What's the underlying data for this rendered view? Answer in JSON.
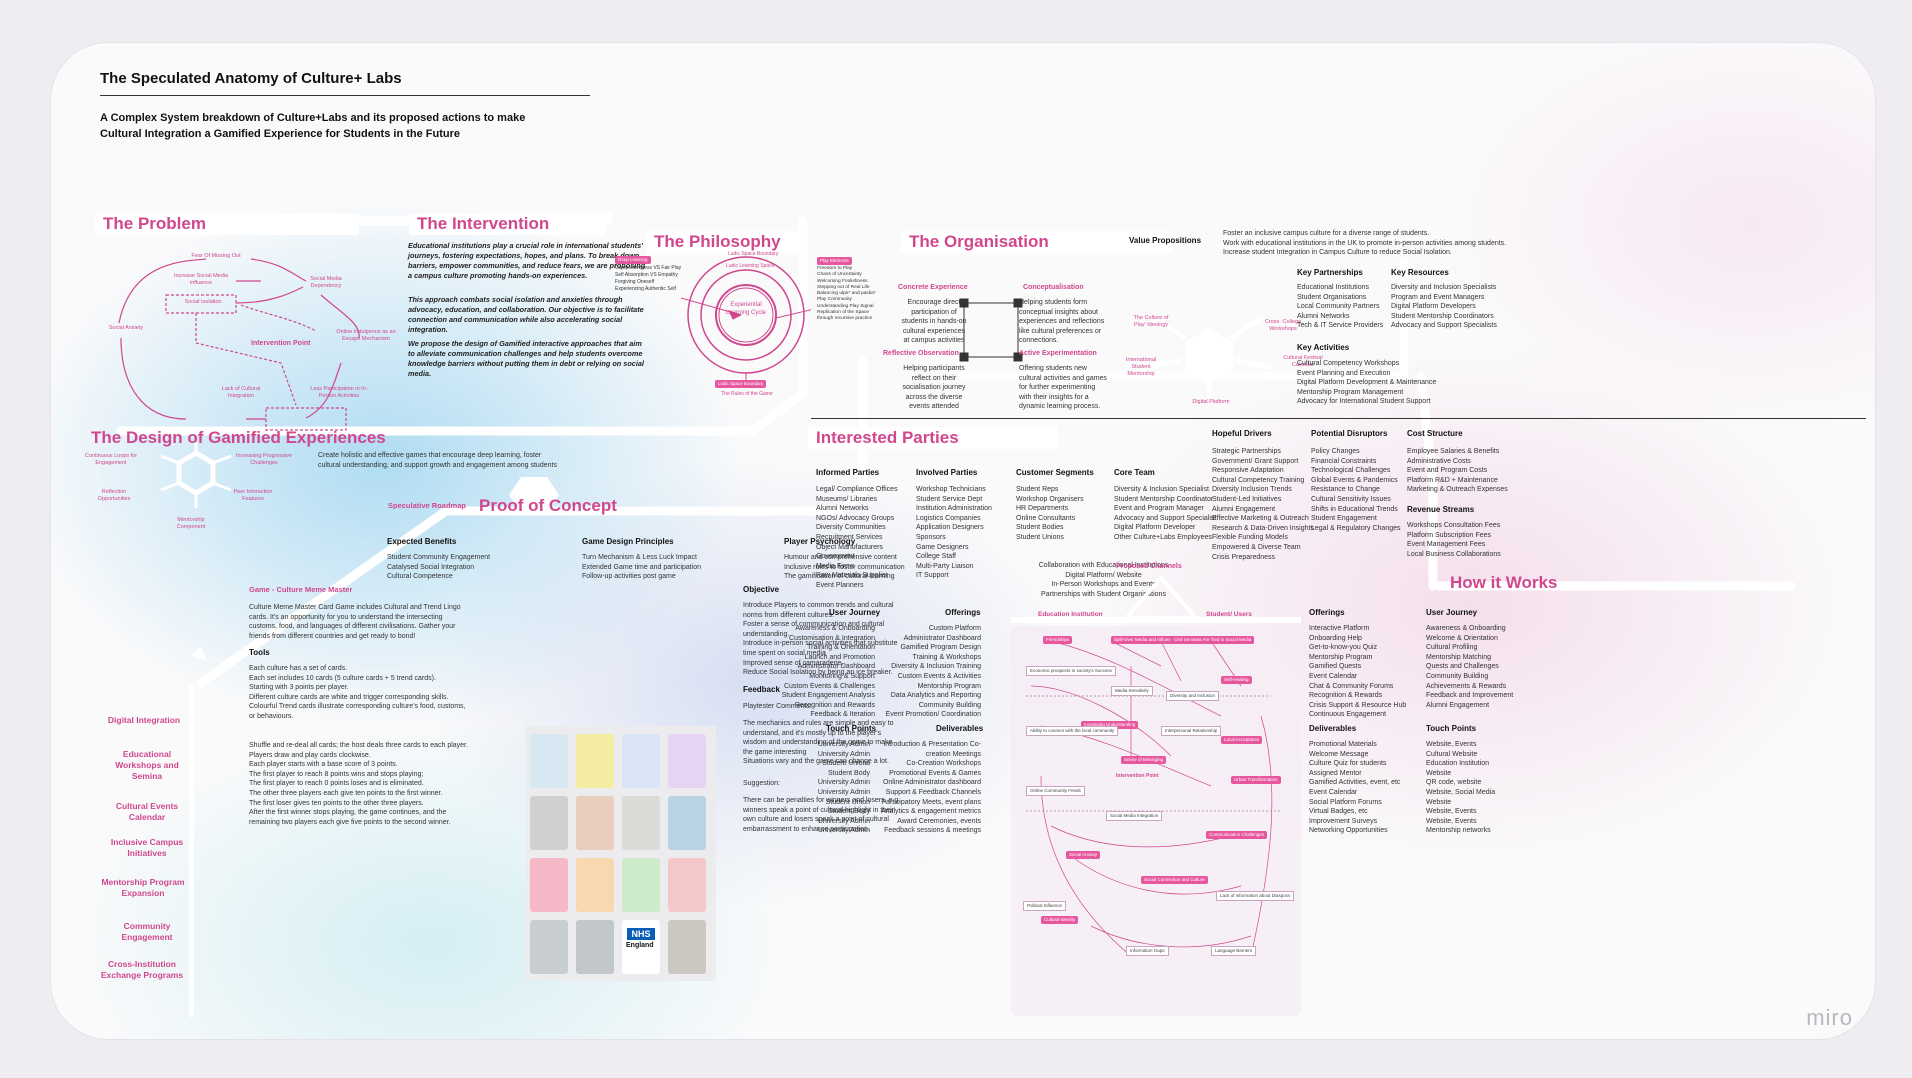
{
  "header": {
    "title": "The Speculated Anatomy of Culture+ Labs",
    "subtitle_line1": "A Complex System breakdown of Culture+Labs and its proposed actions to make",
    "subtitle_line2": "Cultural Integration a Gamified Experience for Students in the Future"
  },
  "sections": {
    "problem": "The Problem",
    "intervention": "The Intervention",
    "philosophy": "The Philosophy",
    "organisation": "The Organisation",
    "design": "The Design of Gamified Experiences",
    "interested": "Interested Parties",
    "proof": "Proof of Concept",
    "how": "How it Works"
  },
  "problem_nodes": {
    "fomo": "Fear Of Missing Out",
    "social_media": "Increase Social Media influence",
    "social_isolation": "Social Isolation",
    "dependency": "Social Media Dependency",
    "anxiety": "Social Anxiety",
    "escape": "Online Indulgence as an Escape Mechanism",
    "intervention_point": "Intervention Point",
    "lack": "Lack of Cultural Integration",
    "less": "Less Participation in In-Person Activities"
  },
  "intervention": {
    "p1": "Educational institutions play a crucial role in international students' journeys, fostering expectations, hopes, and plans. To break down barriers, empower communities, and reduce fears, we are proposing a campus culture promoting hands-on experiences.",
    "p2": "This approach combats social isolation and anxieties through advocacy, education, and collaboration. Our objective is to facilitate connection and communication while also accelerating social integration.",
    "p3": "We propose the design of Gamified interactive approaches that aim to alleviate communication challenges and help students overcome knowledge barriers without putting them in debt or relying on social media."
  },
  "philosophy": {
    "deep_learning": "Deep Learning",
    "deep_items": [
      "Competitiveness VS Fair Play",
      "Self Absorption VS Empathy",
      "Forgiving Oneself",
      "Experiencing Authentic Self"
    ],
    "ring1": "Ludic Space Boundary",
    "ring2": "Ludic Learning Space",
    "center": "Experiential Learning Cycle",
    "ludic_box": "Ludic Space Boundary",
    "ludic_sub": "The Rules of the Game",
    "play_title": "Play Elements",
    "play_items": [
      "Freedom to Play",
      "Chaos of Uncertainty",
      "Welcoming Foolishness",
      "Stepping out of Real Life",
      "Balancing ulpe* and paidia*",
      "Play Community",
      "Understanding Play Signal",
      "Replication of the Space",
      "through recursive practice"
    ]
  },
  "organisation": {
    "concrete_title": "Concrete Experience",
    "concrete_text": [
      "Encourage direct",
      "participation of",
      "students in hands-on",
      "cultural experiences",
      "at campus activities"
    ],
    "concept_title": "Conceptualisation",
    "concept_text": [
      "Helping students form",
      "conceptual insights about",
      "experiences and reflections",
      "like cultural preferences or",
      "connections."
    ],
    "reflect_title": "Reflective Observation",
    "reflect_text": [
      "Helping participants",
      "reflect on their",
      "socialisation journey",
      "across the diverse",
      "events attended"
    ],
    "active_title": "Active Experimentation",
    "active_text": [
      "Offering students new",
      "cultural activities and games",
      "for further experimenting",
      "with their insights for a",
      "dynamic learning process."
    ],
    "value_title": "Value Propositions",
    "value_text": [
      "Foster an inclusive campus culture for a diverse range of students.",
      "Work with educational institutions in the UK to promote in-person activities among students.",
      "Increase student Integration in Campus Culture to reduce Social Isolation."
    ],
    "hub_nodes": [
      "The Culture of Play' Ideology",
      "Cross- College Workshops",
      "International Student Mentorship",
      "Cultural Festival Calendar",
      "Digital Platform"
    ],
    "partners_title": "Key Partnerships",
    "partners": [
      "Educational Institutions",
      "Student Organisations",
      "Local Community Partners",
      "Alumni Networks",
      "Tech & IT Service Providers"
    ],
    "resources_title": "Key Resources",
    "resources": [
      "Diversity and Inclusion Specialists",
      "Program and Event Managers",
      "Digital Platform Developers",
      "Student Mentorship Coordinators",
      "Advocacy and Support Specialists"
    ],
    "activities_title": "Key Activities",
    "activities": [
      "Cultural Competency Workshops",
      "Event Planning and Execution",
      "Digital Platform Development & Maintenance",
      "Mentorship Program Management",
      "Advocacy for International Student Support"
    ]
  },
  "design": {
    "intro": [
      "Create holistic and effective games that encourage deep learning, foster",
      "cultural understanding, and support growth and engagement among students"
    ],
    "hex_nodes": [
      "Continuous Loops for Engagement",
      "Increasing Progressive Challenges",
      "Reflection Opportunities",
      "Peer Interaction Features",
      "Mentorship Component"
    ],
    "roadmap": "Speculative Roadmap",
    "roadmap_items": [
      "Digital Integration",
      "Educational Workshops and Semina",
      "Cultural Events Calendar",
      "Inclusive Campus Initiatives",
      "Mentorship Program Expansion",
      "Community Engagement",
      "Cross-Institution Exchange Programs"
    ]
  },
  "proof": {
    "benefits_title": "Expected Benefits",
    "benefits": [
      "Student Community Engagement",
      "Catalysed Social Integration",
      "Cultural Competence"
    ],
    "principles_title": "Game Design Principles",
    "principles": [
      "Turn Mechanism & Less Luck Impact",
      "Extended Game time and participation",
      "Follow-up activities post game"
    ],
    "psychology_title": "Player Psychology",
    "psychology": [
      "Humour and comprehensive content",
      "Inclusive rules to foster communication",
      "The gamification of cultural learning"
    ],
    "game_title": "Game - Culture Meme Master",
    "game_desc": [
      "Culture Meme Master Card Game includes Cultural and Trend Lingo",
      "cards. It's an opportunity for you to understand the intersecting",
      "customs, food, and languages of different civilisations. Gather your",
      "friends from different countries and get ready to bond!"
    ],
    "tools_title": "Tools",
    "tools": [
      "Each culture has a set of cards.",
      "Each set includes 10 cards (5 culture cards + 5 trend cards).",
      "Starting with 3 points per player.",
      "Different culture cards are white and trigger corresponding skills.",
      "Colourful Trend cards illustrate corresponding culture's food, customs,",
      "or behaviours."
    ],
    "rules": [
      "Shuffle and re-deal all cards; the host deals three cards to each player.",
      "Players draw and play cards clockwise.",
      "Each player starts with a base score of 3 points.",
      "The first player to reach 8 points wins and stops playing;",
      "The first player to reach 0 points loses and is eliminated.",
      "The other three players each give ten points to the first winner.",
      "The first loser gives ten points to the other three players.",
      "After the first winner stops playing, the game continues, and the",
      "remaining two players each give five points to the second winner."
    ],
    "objective_title": "Objective",
    "objective": [
      "Introduce Players to common trends and cultural",
      "norms from different cultures.",
      "Foster a sense of communication and cultural",
      "understanding.",
      "Introduce in-person social activities that substitute",
      "time spent on social media",
      "Improved sense of camaraderie.",
      "Reduce Social Isolation by being an ice breaker."
    ],
    "feedback_title": "Feedback",
    "feedback_sub": "Playtester Comments:",
    "feedback1": [
      "The mechanics and rules are simple and easy to",
      "understand, and it's mostly up to the player's",
      "wisdom and understanding of the game to make",
      "the game interesting",
      "Situations vary and the game can change a lot."
    ],
    "suggestion_title": "Suggestion:",
    "suggestion": [
      "There can be penalties for winners and losers, e.g.",
      "winners speak a point of cultural highlight in their",
      "own culture and losers speak a point of cultural",
      "embarrassment to enhance participation."
    ],
    "nhs_line1": "NHS",
    "nhs_line2": "England"
  },
  "interested": {
    "informed_title": "Informed Parties",
    "informed": [
      "Legal/ Compliance Offices",
      "Museums/ Libraries",
      "Alumni Networks",
      "NGOs/ Advocacy Groups",
      "Diversity Communities",
      "Recruitment Services",
      "Object Manufacturers",
      "Government",
      "Media Firms",
      "Raw Materials Supplier",
      "Event Planners"
    ],
    "involved_title": "Involved Parties",
    "involved": [
      "Workshop Technicians",
      "Student Service Dept",
      "Institution Administration",
      "Logistics Companies",
      "Application Designers",
      "Sponsors",
      "Game Designers",
      "College Staff",
      "Multi-Party Liaison",
      "IT Support"
    ],
    "segments_title": "Customer Segments",
    "segments": [
      "Student Reps",
      "Workshop Organisers",
      "HR Departments",
      "Online Consultants",
      "Student Bodies",
      "Student Unions"
    ],
    "core_title": "Core Team",
    "core": [
      "Diversity & Inclusion Specialist",
      "Student Mentorship Coordinator",
      "Event and Program Manager",
      "Advocacy and Support Specialist",
      "Digital Platform Developer",
      "Other Culture+Labs Employees"
    ],
    "collab": [
      "Collaboration with Educational Institutions",
      "Digital Platform/ Website",
      "In-Person Workshops and Events",
      "Partnerships with Student Organisations"
    ],
    "drivers_title": "Hopeful Drivers",
    "drivers": [
      "Strategic Partnerships",
      "Government/ Grant Support",
      "Responsive Adaptation",
      "Cultural Competency Training",
      "Diversity Inclusion Trends",
      "Student-Led Initiatives",
      "Alumni Engagement",
      "Effective Marketing & Outreach",
      "Research & Data-Driven Insights",
      "Flexible Funding Models",
      "Empowered & Diverse Team",
      "Crisis Preparedness"
    ],
    "disruptors_title": "Potential Disruptors",
    "disruptors": [
      "Policy Changes",
      "Financial Constraints",
      "Technological Challenges",
      "Global Events & Pandemics",
      "Resistance to Change",
      "Cultural Sensitivity Issues",
      "Shifts in Educational Trends",
      "Student Engagement",
      "Legal & Regulatory Changes"
    ],
    "cost_title": "Cost Structure",
    "cost": [
      "Employee Salaries & Benefits",
      "Administrative Costs",
      "Event and Program Costs",
      "Platform R&D + Maintenance",
      "Marketing & Outreach Expenses"
    ],
    "revenue_title": "Revenue Streams",
    "revenue": [
      "Workshops Consultation Fees",
      "Platform Subscription Fees",
      "Event Management Fees",
      "Local Business Collaborations"
    ]
  },
  "how": {
    "proposed": "Proposed Channels",
    "institution": "Education Institution",
    "students": "Student/ Users",
    "journey_l_title": "User Journey",
    "journey_l": [
      "Awareness & Onboarding",
      "Customisation & Integration",
      "Training & Orientation",
      "Launch and Promotion",
      "Administrator Dashboard",
      "Monitoring & Support",
      "Custom Events & Challenges",
      "Student Engagement Analysis",
      "Recognition and Rewards",
      "Feedback & Iteration"
    ],
    "offerings_l_title": "Offerings",
    "offerings_l": [
      "Custom Platform",
      "Administrator Dashboard",
      "Gamified Program Design",
      "Training & Workshops",
      "Diversity & Inclusion Training",
      "Custom Events & Activities",
      "Mentorship Program",
      "Data Analytics and Reporting",
      "Community Building",
      "Event Promotion/ Coordination"
    ],
    "touch_l_title": "Touch Points",
    "touch_l": [
      "University Admin",
      "University Admin",
      "Student Unions",
      "Student Body",
      "University Admin",
      "University Admin",
      "Student Union",
      "Student Body",
      "University Admin",
      "University Admin"
    ],
    "deliver_l_title": "Deliverables",
    "deliver_l": [
      "Introduction & Presentation Co-",
      "creation Meetings",
      "Co-Creation Workshops",
      "Promotional Events & Games",
      "Online Administrator dashboard",
      "Support & Feedback Channels",
      "Participatory Meets, event plans",
      "Analytics & engagement metrics",
      "Award Ceremonies, events",
      "Feedback sessions & meetings"
    ],
    "offerings_r_title": "Offerings",
    "offerings_r": [
      "Interactive Platform",
      "Onboarding Help",
      "Get-to-know-you Quiz",
      "Mentorship Program",
      "Gamified Quests",
      "Event Calendar",
      "Chat & Community Forums",
      "Recognition & Rewards",
      "Crisis Support & Resource Hub",
      "Continuous Engagement"
    ],
    "journey_r_title": "User Journey",
    "journey_r": [
      "Awareness & Onboarding",
      "Welcome & Orientation",
      "Cultural Profiling",
      "Mentorship Matching",
      "Quests and Challenges",
      "Community Building",
      "Achievements & Rewards",
      "Feedback and Improvement",
      "Alumni Engagement"
    ],
    "deliver_r_title": "Deliverables",
    "deliver_r": [
      "Promotional Materials",
      "Welcome Message",
      "Culture Quiz for students",
      "Assigned Mentor",
      "Gamified Activities, event, etc",
      "Event Calendar",
      "Social Platform Forums",
      "Virtual Badges, etc",
      "Improvement Surveys",
      "Networking Opportunities"
    ],
    "touch_r_title": "Touch Points",
    "touch_r": [
      "Website, Events",
      "Cultural Website",
      "Education Institution",
      "Website",
      "QR code, website",
      "Website, Social Media",
      "Website",
      "Website, Events",
      "Website, Events",
      "Mentorship networks"
    ],
    "map_pink": [
      "Friendships",
      "Spill-Over Media and Influence",
      "Civil Servants Are Tied to Social Media",
      "Increasing Understanding",
      "Self-Healing",
      "Sense of Belonging",
      "Local Acceptance",
      "Communication Challenges",
      "Social Anxiety",
      "Social Connection and Culture",
      "Cultural Identity",
      "Information Gaps",
      "Language Barriers",
      "Urban Transformation"
    ],
    "map_grey": [
      "Economic prospects in society's Success",
      "Diversity and Inclusion",
      "Media Sensitivity",
      "Political Influence",
      "Online Community Feeds",
      "Social Media Integration",
      "Interpersonal Relationship",
      "Ability to connect with the local community",
      "Lack of information about Diaspora"
    ],
    "map_label": "Intervention Point"
  },
  "branding": "miro"
}
